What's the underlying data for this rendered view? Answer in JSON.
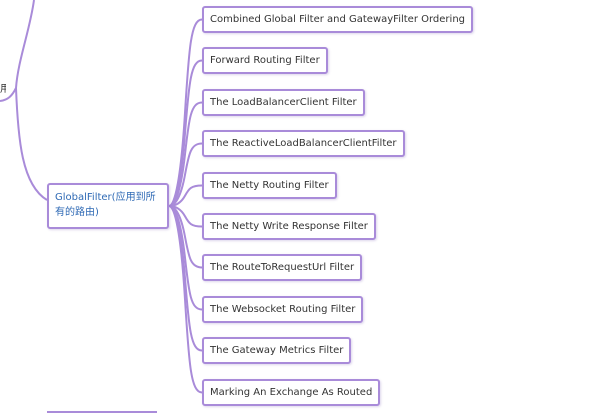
{
  "colors": {
    "connector": "#a98bd9",
    "border": "#a98bd9",
    "parent_text": "#2f6ab5",
    "text": "#333333"
  },
  "left_label": "用",
  "parent": {
    "label": "GlobalFilter(应用到所有的路由)"
  },
  "children": [
    {
      "label": "Combined Global Filter and GatewayFilter Ordering"
    },
    {
      "label": "Forward Routing Filter"
    },
    {
      "label": "The LoadBalancerClient Filter"
    },
    {
      "label": "The ReactiveLoadBalancerClientFilter"
    },
    {
      "label": "The Netty Routing Filter"
    },
    {
      "label": "The Netty Write Response Filter"
    },
    {
      "label": "The RouteToRequestUrl Filter"
    },
    {
      "label": "The Websocket Routing Filter"
    },
    {
      "label": "The Gateway Metrics Filter"
    },
    {
      "label": "Marking An Exchange As Routed"
    }
  ]
}
